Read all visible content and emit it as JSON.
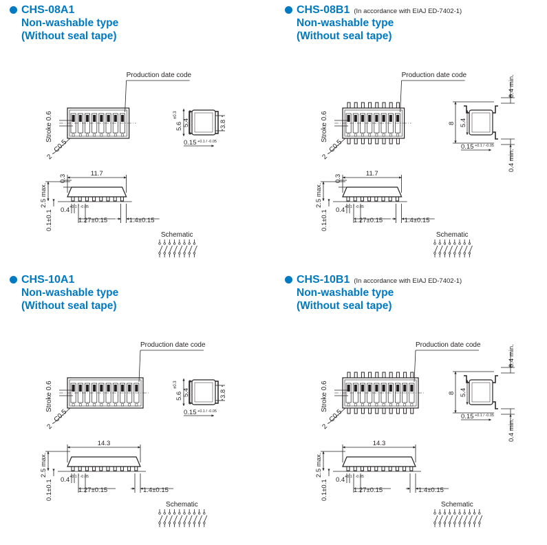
{
  "colors": {
    "accent": "#0079c1",
    "line": "#231f20"
  },
  "panels": [
    {
      "model": "CHS-08A1",
      "note": "",
      "line1": "Non-washable type",
      "line2": "(Without seal tape)",
      "production_label": "Production date code",
      "stroke_label": "Stroke 0.6",
      "chamfer_label": "2 - C0.5",
      "dim_56": "5.6",
      "dim_56_tol": "±0.3",
      "dim_54": "5.4",
      "dim_38": "3.8",
      "dim_8": "",
      "dim_04min_top": "",
      "dim_04min_bottom": "",
      "dim_015": "0.15",
      "dim_015_tol": "+0.1 / -0.05",
      "dim_len": "11.7",
      "dim_03": "0.3",
      "dim_25max": "2.5 max.",
      "dim_01": "0.1±0.1",
      "dim_04": "0.4",
      "dim_04_tol": "+0.1 / -0.05",
      "dim_127": "1.27±0.15",
      "dim_14": "1.4±0.15",
      "schematic_label": "Schematic",
      "switches": 8,
      "style": "A"
    },
    {
      "model": "CHS-08B1",
      "note": "(In accordance with EIAJ ED-7402-1)",
      "line1": "Non-washable type",
      "line2": "(Without seal tape)",
      "production_label": "Production date code",
      "stroke_label": "Stroke 0.6",
      "chamfer_label": "2 - C0.5",
      "dim_56": "",
      "dim_56_tol": "",
      "dim_54": "5.4",
      "dim_38": "",
      "dim_8": "8",
      "dim_04min_top": "0.4 min.",
      "dim_04min_bottom": "0.4 min.",
      "dim_015": "0.15",
      "dim_015_tol": "+0.1 / -0.05",
      "dim_len": "11.7",
      "dim_03": "0.3",
      "dim_25max": "2.5 max.",
      "dim_01": "0.1±0.1",
      "dim_04": "0.4",
      "dim_04_tol": "+0.1 / -0.05",
      "dim_127": "1.27±0.15",
      "dim_14": "1.4±0.15",
      "schematic_label": "Schematic",
      "switches": 8,
      "style": "B"
    },
    {
      "model": "CHS-10A1",
      "note": "",
      "line1": "Non-washable type",
      "line2": "(Without seal tape)",
      "production_label": "Production date code",
      "stroke_label": "Stroke 0.6",
      "chamfer_label": "2 - C0.5",
      "dim_56": "5.6",
      "dim_56_tol": "±0.3",
      "dim_54": "5.4",
      "dim_38": "3.8",
      "dim_8": "",
      "dim_04min_top": "",
      "dim_04min_bottom": "",
      "dim_015": "0.15",
      "dim_015_tol": "+0.1 / -0.05",
      "dim_len": "14.3",
      "dim_03": "",
      "dim_25max": "2.5 max.",
      "dim_01": "0.1±0.1",
      "dim_04": "0.4",
      "dim_04_tol": "+0.1 / -0.05",
      "dim_127": "1.27±0.15",
      "dim_14": "1.4±0.15",
      "schematic_label": "Schematic",
      "switches": 10,
      "style": "A"
    },
    {
      "model": "CHS-10B1",
      "note": "(In accordance with EIAJ ED-7402-1)",
      "line1": "Non-washable type",
      "line2": "(Without seal tape)",
      "production_label": "Production date code",
      "stroke_label": "Stroke 0.6",
      "chamfer_label": "2 - C0.5",
      "dim_56": "",
      "dim_56_tol": "",
      "dim_54": "5.4",
      "dim_38": "",
      "dim_8": "8",
      "dim_04min_top": "0.4 min.",
      "dim_04min_bottom": "0.4 min.",
      "dim_015": "0.15",
      "dim_015_tol": "+0.1 / -0.05",
      "dim_len": "14.3",
      "dim_03": "",
      "dim_25max": "2.5 max.",
      "dim_01": "0.1±0.1",
      "dim_04": "0.4",
      "dim_04_tol": "+0.1 / -0.05",
      "dim_127": "1.27±0.15",
      "dim_14": "1.4±0.15",
      "schematic_label": "Schematic",
      "switches": 10,
      "style": "B"
    }
  ]
}
